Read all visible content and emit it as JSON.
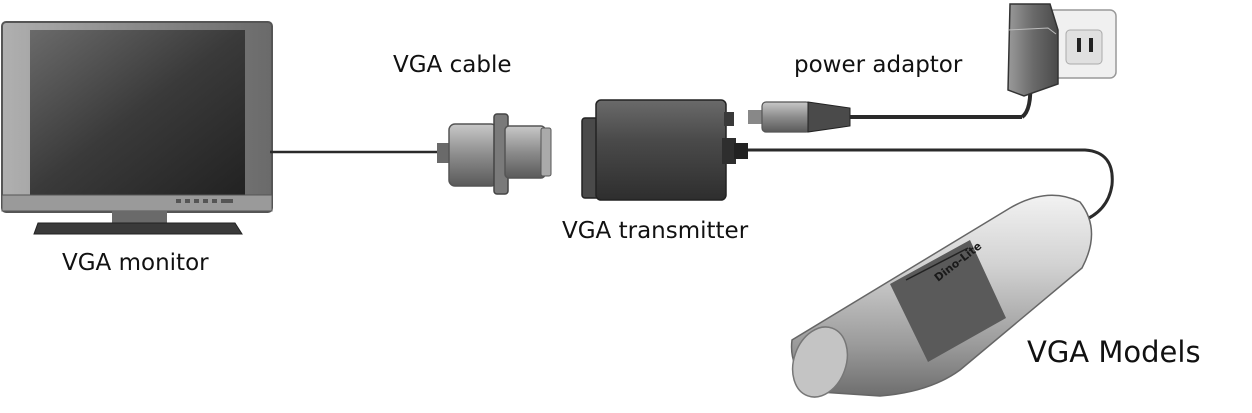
{
  "labels": {
    "vga_cable": "VGA cable",
    "vga_monitor": "VGA monitor",
    "vga_transmitter": "VGA transmitter",
    "power_adaptor": "power adaptor",
    "vga_models": "VGA Models"
  },
  "logo": {
    "brand": "Dino-Lite"
  },
  "colors": {
    "cable": "#2a2a2a",
    "device_dark": "#3a3a3a",
    "bezel": "#7d7d7d",
    "screen": "#3c3c3c",
    "microscope_light": "#d9d9d9"
  }
}
